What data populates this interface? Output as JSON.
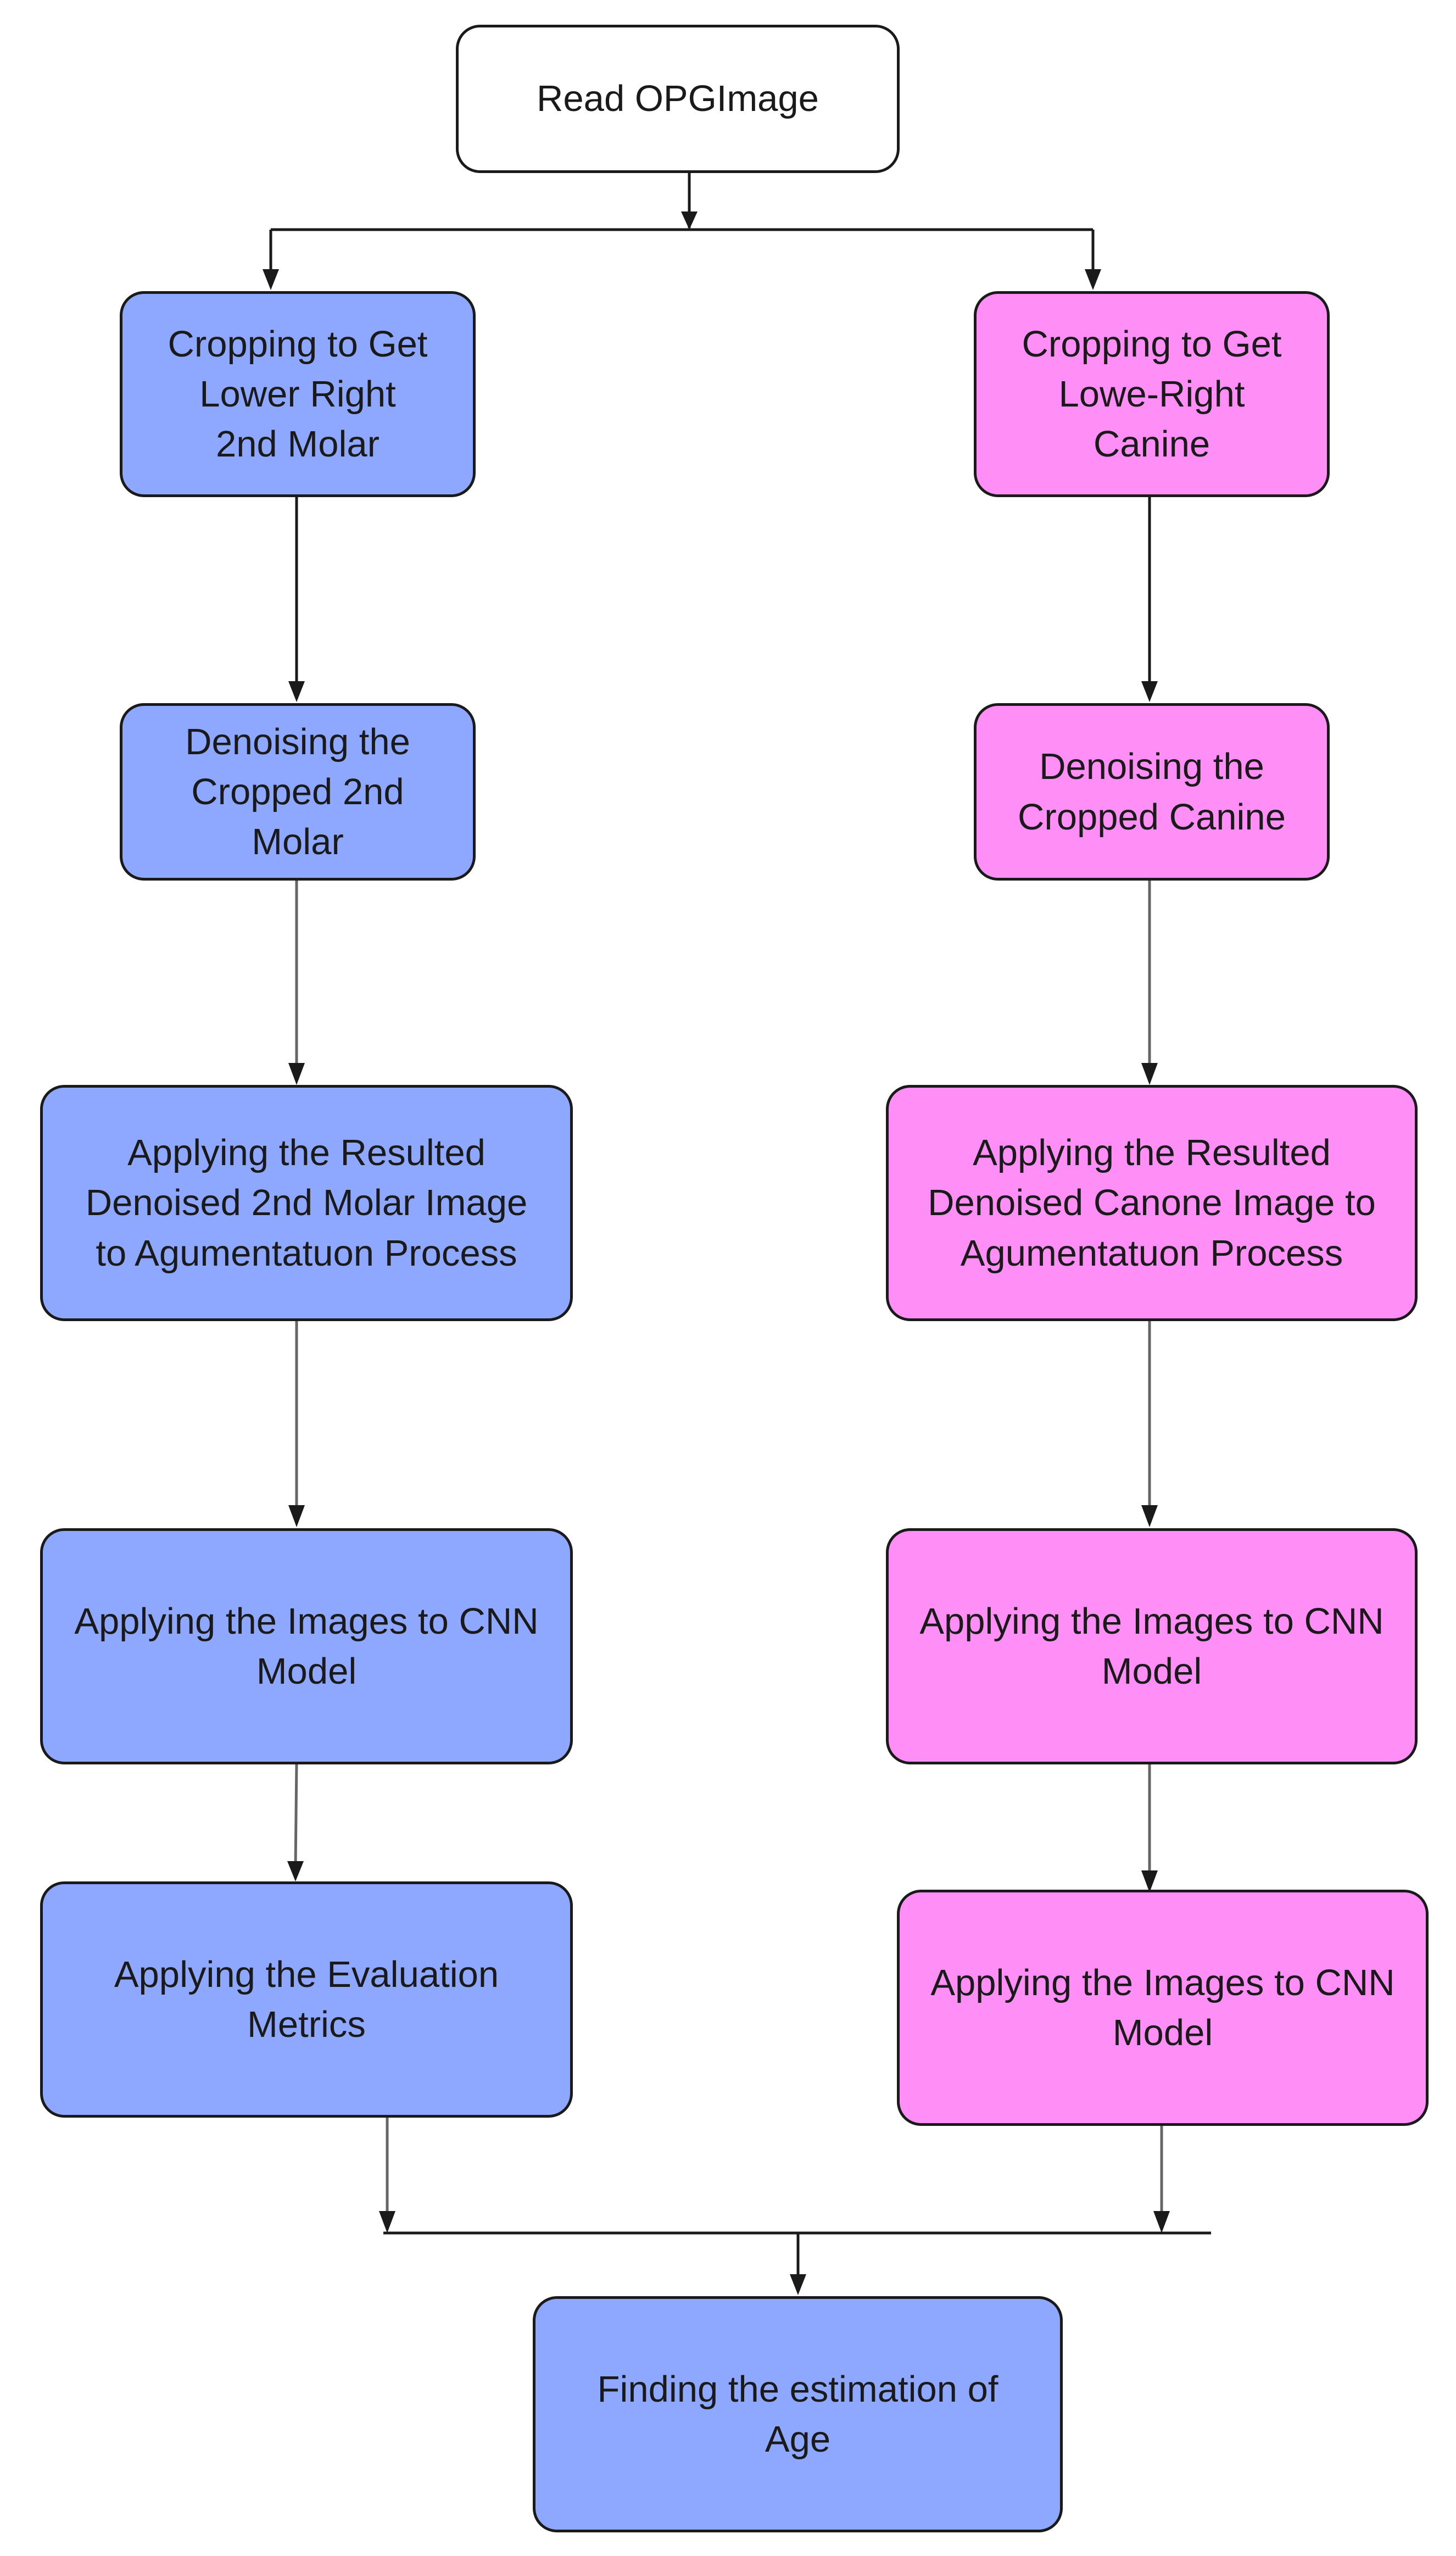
{
  "colors": {
    "blue_fill": "#8fa8ff",
    "pink_fill": "#ff8ff7",
    "white_fill": "#ffffff",
    "stroke": "#1a1a1a"
  },
  "nodes": {
    "start": "Read OPGImage",
    "left": {
      "crop": "Cropping to Get\nLower Right\n2nd Molar",
      "denoise": "Denoising the\nCropped 2nd\nMolar",
      "augment": "Applying the Resulted\nDenoised 2nd Molar Image\nto Agumentatuon Process",
      "cnn": "Applying the Images to CNN\nModel",
      "evaluate": "Applying the Evaluation\nMetrics"
    },
    "right": {
      "crop": "Cropping to Get\nLowe-Right\nCanine",
      "denoise": "Denoising the\nCropped Canine",
      "augment": "Applying the Resulted\nDenoised Canone Image to\nAgumentatuon Process",
      "cnn": "Applying the Images to CNN\nModel",
      "cnn2": "Applying the Images to CNN\nModel"
    },
    "end": "Finding the estimation of\nAge"
  }
}
